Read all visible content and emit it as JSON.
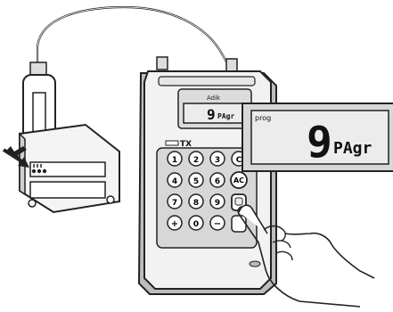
{
  "display": {
    "digit": "9",
    "mode_text": "PAgr",
    "small_label": "prog",
    "brand_mark": "Adik"
  },
  "keypad": {
    "tx_label": "TX",
    "keys": [
      "1",
      "2",
      "3",
      "C",
      "4",
      "5",
      "6",
      "AC",
      "7",
      "8",
      "9",
      "",
      "+",
      "0",
      "−",
      ""
    ]
  },
  "colors": {
    "outline": "#222222",
    "body_fill": "#f2f2f2",
    "lcd_fill": "#e9e9e9",
    "shadow": "#bdbdbd"
  },
  "icons": [
    "arrow-icon",
    "pointing-hand-icon",
    "cable-icon"
  ]
}
